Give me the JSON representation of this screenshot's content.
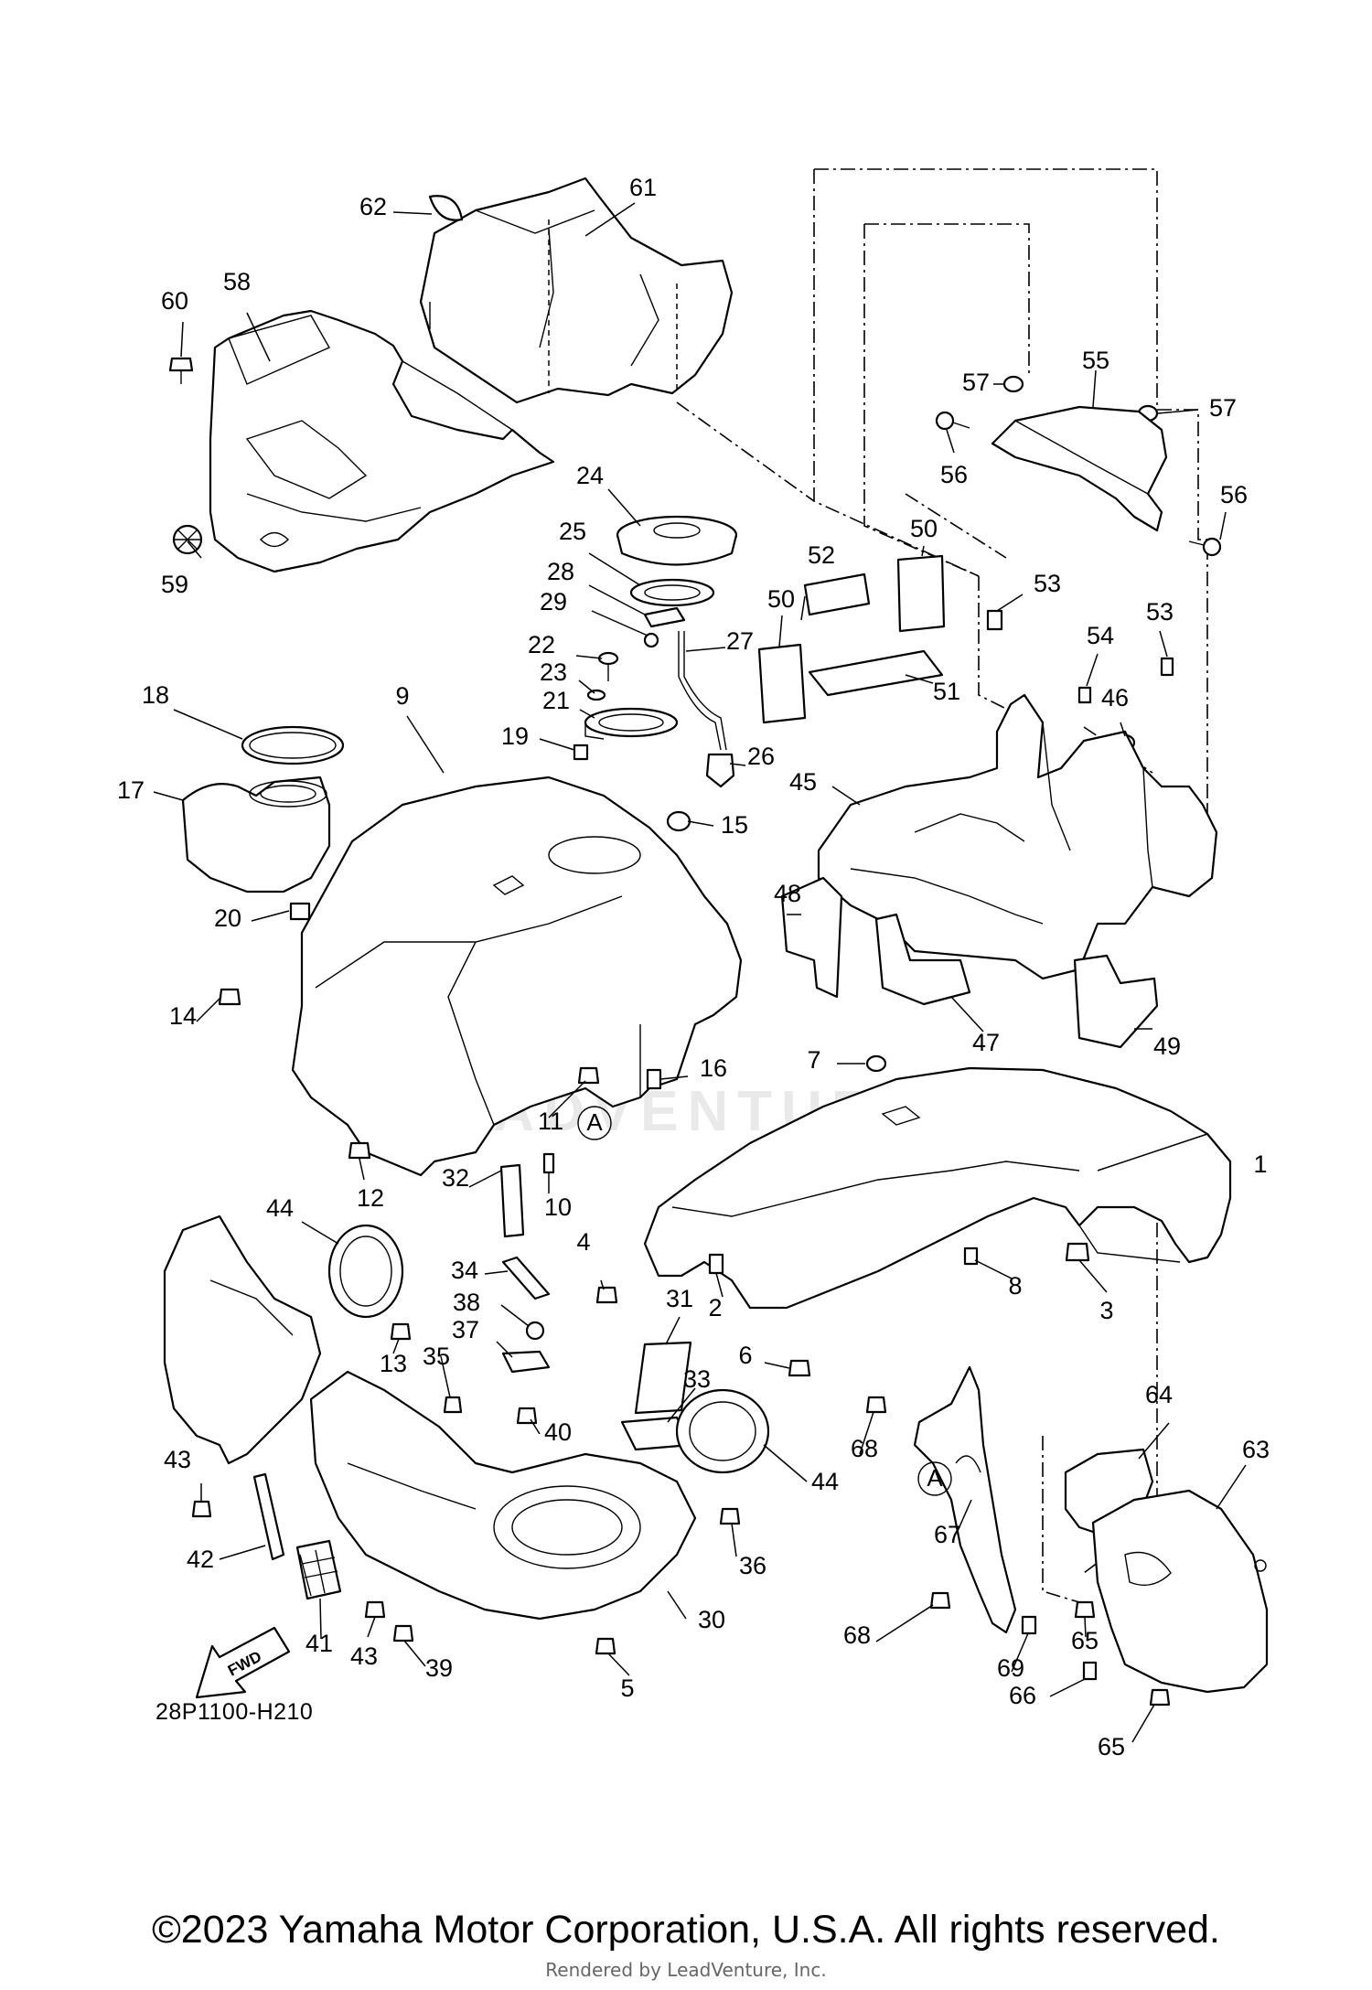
{
  "diagram": {
    "code": "28P1100-H210",
    "watermark": "LEADVENTURE",
    "fwd_label": "FWD",
    "reference_letter": "A",
    "callouts": [
      "1",
      "2",
      "3",
      "4",
      "5",
      "6",
      "7",
      "8",
      "9",
      "10",
      "11",
      "12",
      "13",
      "14",
      "15",
      "16",
      "17",
      "18",
      "19",
      "20",
      "21",
      "22",
      "23",
      "24",
      "25",
      "26",
      "27",
      "28",
      "29",
      "30",
      "31",
      "32",
      "33",
      "34",
      "35",
      "36",
      "37",
      "38",
      "39",
      "40",
      "41",
      "42",
      "43",
      "44",
      "45",
      "46",
      "47",
      "48",
      "49",
      "50",
      "51",
      "52",
      "53",
      "54",
      "55",
      "56",
      "57",
      "58",
      "59",
      "60",
      "61",
      "62",
      "63",
      "64",
      "65",
      "66",
      "67",
      "68",
      "69"
    ]
  },
  "footer": {
    "copyright": "©2023 Yamaha Motor Corporation, U.S.A. All rights reserved.",
    "rendered_by": "Rendered by LeadVenture, Inc."
  }
}
